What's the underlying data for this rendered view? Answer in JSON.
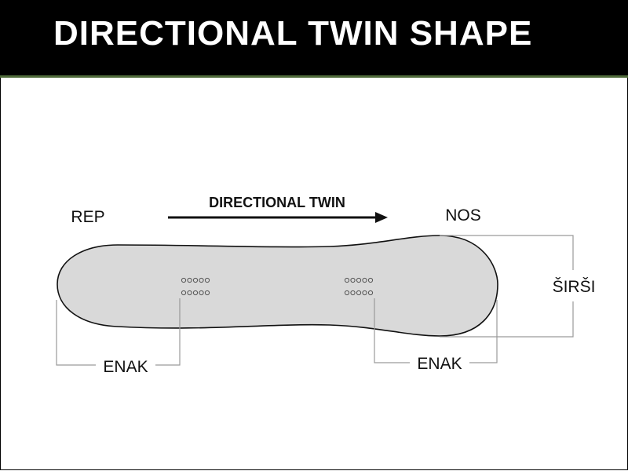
{
  "header": {
    "title": "DIRECTIONAL TWIN SHAPE"
  },
  "diagram": {
    "tail_label": "REP",
    "nose_label": "NOS",
    "arrow_label": "DIRECTIONAL TWIN",
    "wider_label": "ŠIRŠI",
    "equal_left_label": "ENAK",
    "equal_right_label": "ENAK"
  },
  "colors": {
    "header_bg": "#000000",
    "header_text": "#ffffff",
    "header_accent": "#4f6b3a",
    "board_fill": "#d9d9d9",
    "board_stroke": "#111111",
    "dimension_lines": "#9a9a9a"
  }
}
